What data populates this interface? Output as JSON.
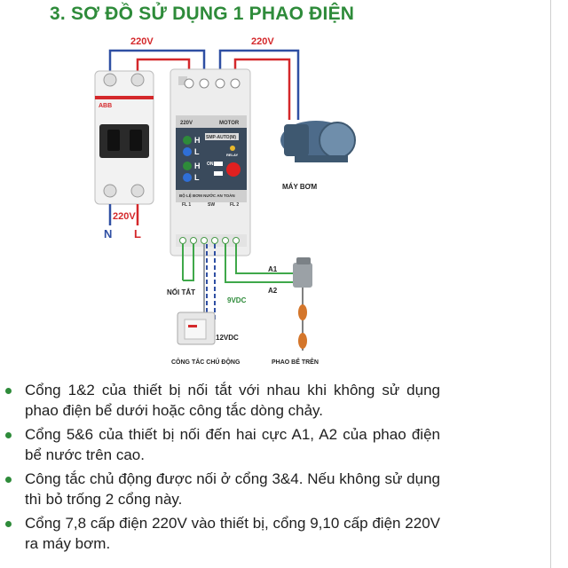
{
  "title": "3. SƠ ĐỒ SỬ DỤNG 1 PHAO ĐIỆN",
  "diagram": {
    "v220_left": "220V",
    "v220_right": "220V",
    "v220_bottom": "220V",
    "n_label": "N",
    "l_label": "L",
    "breaker_brand": "ABB",
    "device": {
      "top_left": "220V",
      "top_right": "MOTOR",
      "h1": "H",
      "l1": "L",
      "h2": "H",
      "l2": "L",
      "badge": "SMP-AUTO(M)",
      "relay": "RELAY",
      "on": "ON",
      "name": "BỘ LỆ BƠM NƯỚC AN TOÀN",
      "fl1": "FL 1",
      "sw": "SW",
      "fl2": "FL 2"
    },
    "pump_label": "MÁY BƠM",
    "a1": "A1",
    "a2": "A2",
    "noi_tat": "NỐI TẮT",
    "v9": "9VDC",
    "v12": "12VDC",
    "switch_label": "CÔNG TẮC CHỦ ĐỘNG",
    "float_label": "PHAO BỂ TRÊN"
  },
  "bullets": [
    "Cổng 1&2 của thiết bị nối tắt với nhau khi không sử dụng phao điện bể dưới hoặc công tắc dòng chảy.",
    "Cổng 5&6 của thiết bị nối đến hai cực A1, A2  của phao điện bể nước trên cao.",
    "Công tắc chủ động được nối ở cổng 3&4. Nếu không sử dụng thì bỏ trống 2 cổng này.",
    "Cổng 7,8 cấp điện 220V vào thiết bị, cổng 9,10 cấp điện 220V ra máy bơm."
  ],
  "colors": {
    "green": "#2e8b3a",
    "red": "#d4282b",
    "blue": "#2f4fa3"
  }
}
